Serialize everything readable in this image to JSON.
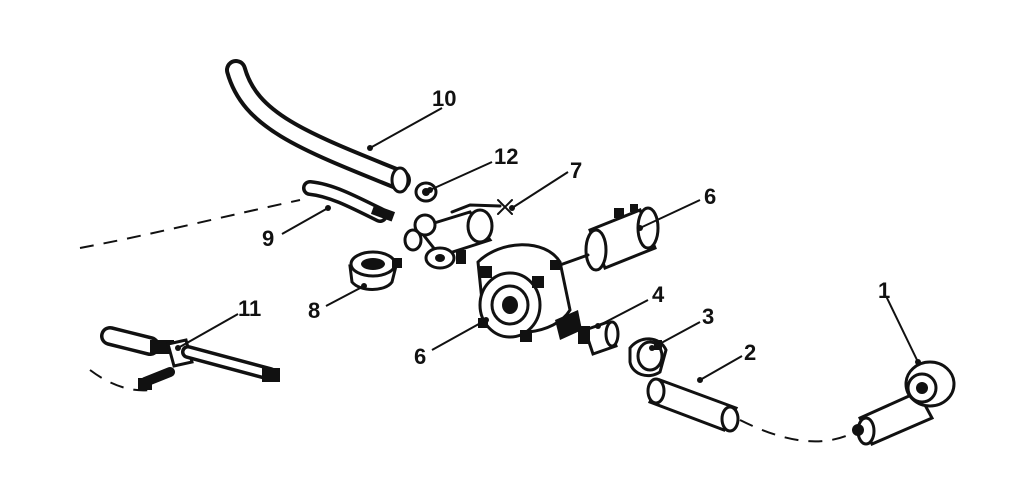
{
  "callouts": {
    "c1": "1",
    "c2": "2",
    "c3": "3",
    "c4": "4",
    "c6a": "6",
    "c6b": "6",
    "c7": "7",
    "c8": "8",
    "c9": "9",
    "c10": "10",
    "c11": "11",
    "c12": "12"
  }
}
